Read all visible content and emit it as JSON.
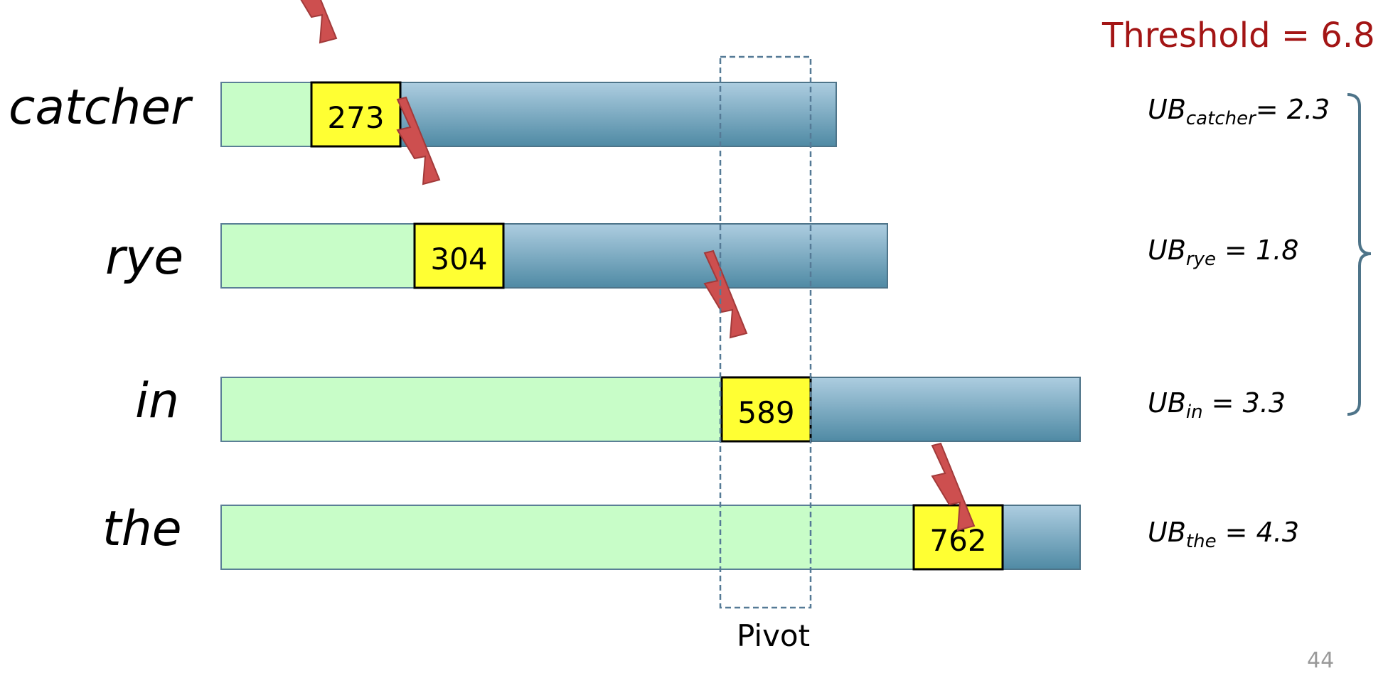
{
  "threshold_label": "Threshold = 6.8",
  "pivot_label": "Pivot",
  "page_number": "44",
  "colors": {
    "scanned_fill": "#c8fdc8",
    "remaining_top": "#adcde0",
    "remaining_bottom": "#4f8aa4",
    "pointer_fill": "#ffff33",
    "bolt_fill": "#cd4f4f",
    "threshold_text": "#a31515",
    "pivot_outline": "#557a96"
  },
  "icons": {
    "pointer_marker": "lightning-bolt-icon"
  },
  "postings": [
    {
      "term": "catcher",
      "pointer": "273",
      "ub_prefix": "UB",
      "ub_sub": "catcher",
      "ub_suffix": "= 2.3"
    },
    {
      "term": "rye",
      "pointer": "304",
      "ub_prefix": "UB",
      "ub_sub": "rye",
      "ub_suffix": " = 1.8"
    },
    {
      "term": "in",
      "pointer": "589",
      "ub_prefix": "UB",
      "ub_sub": "in",
      "ub_suffix": " = 3.3"
    },
    {
      "term": "the",
      "pointer": "762",
      "ub_prefix": "UB",
      "ub_sub": "the",
      "ub_suffix": " = 4.3"
    }
  ]
}
